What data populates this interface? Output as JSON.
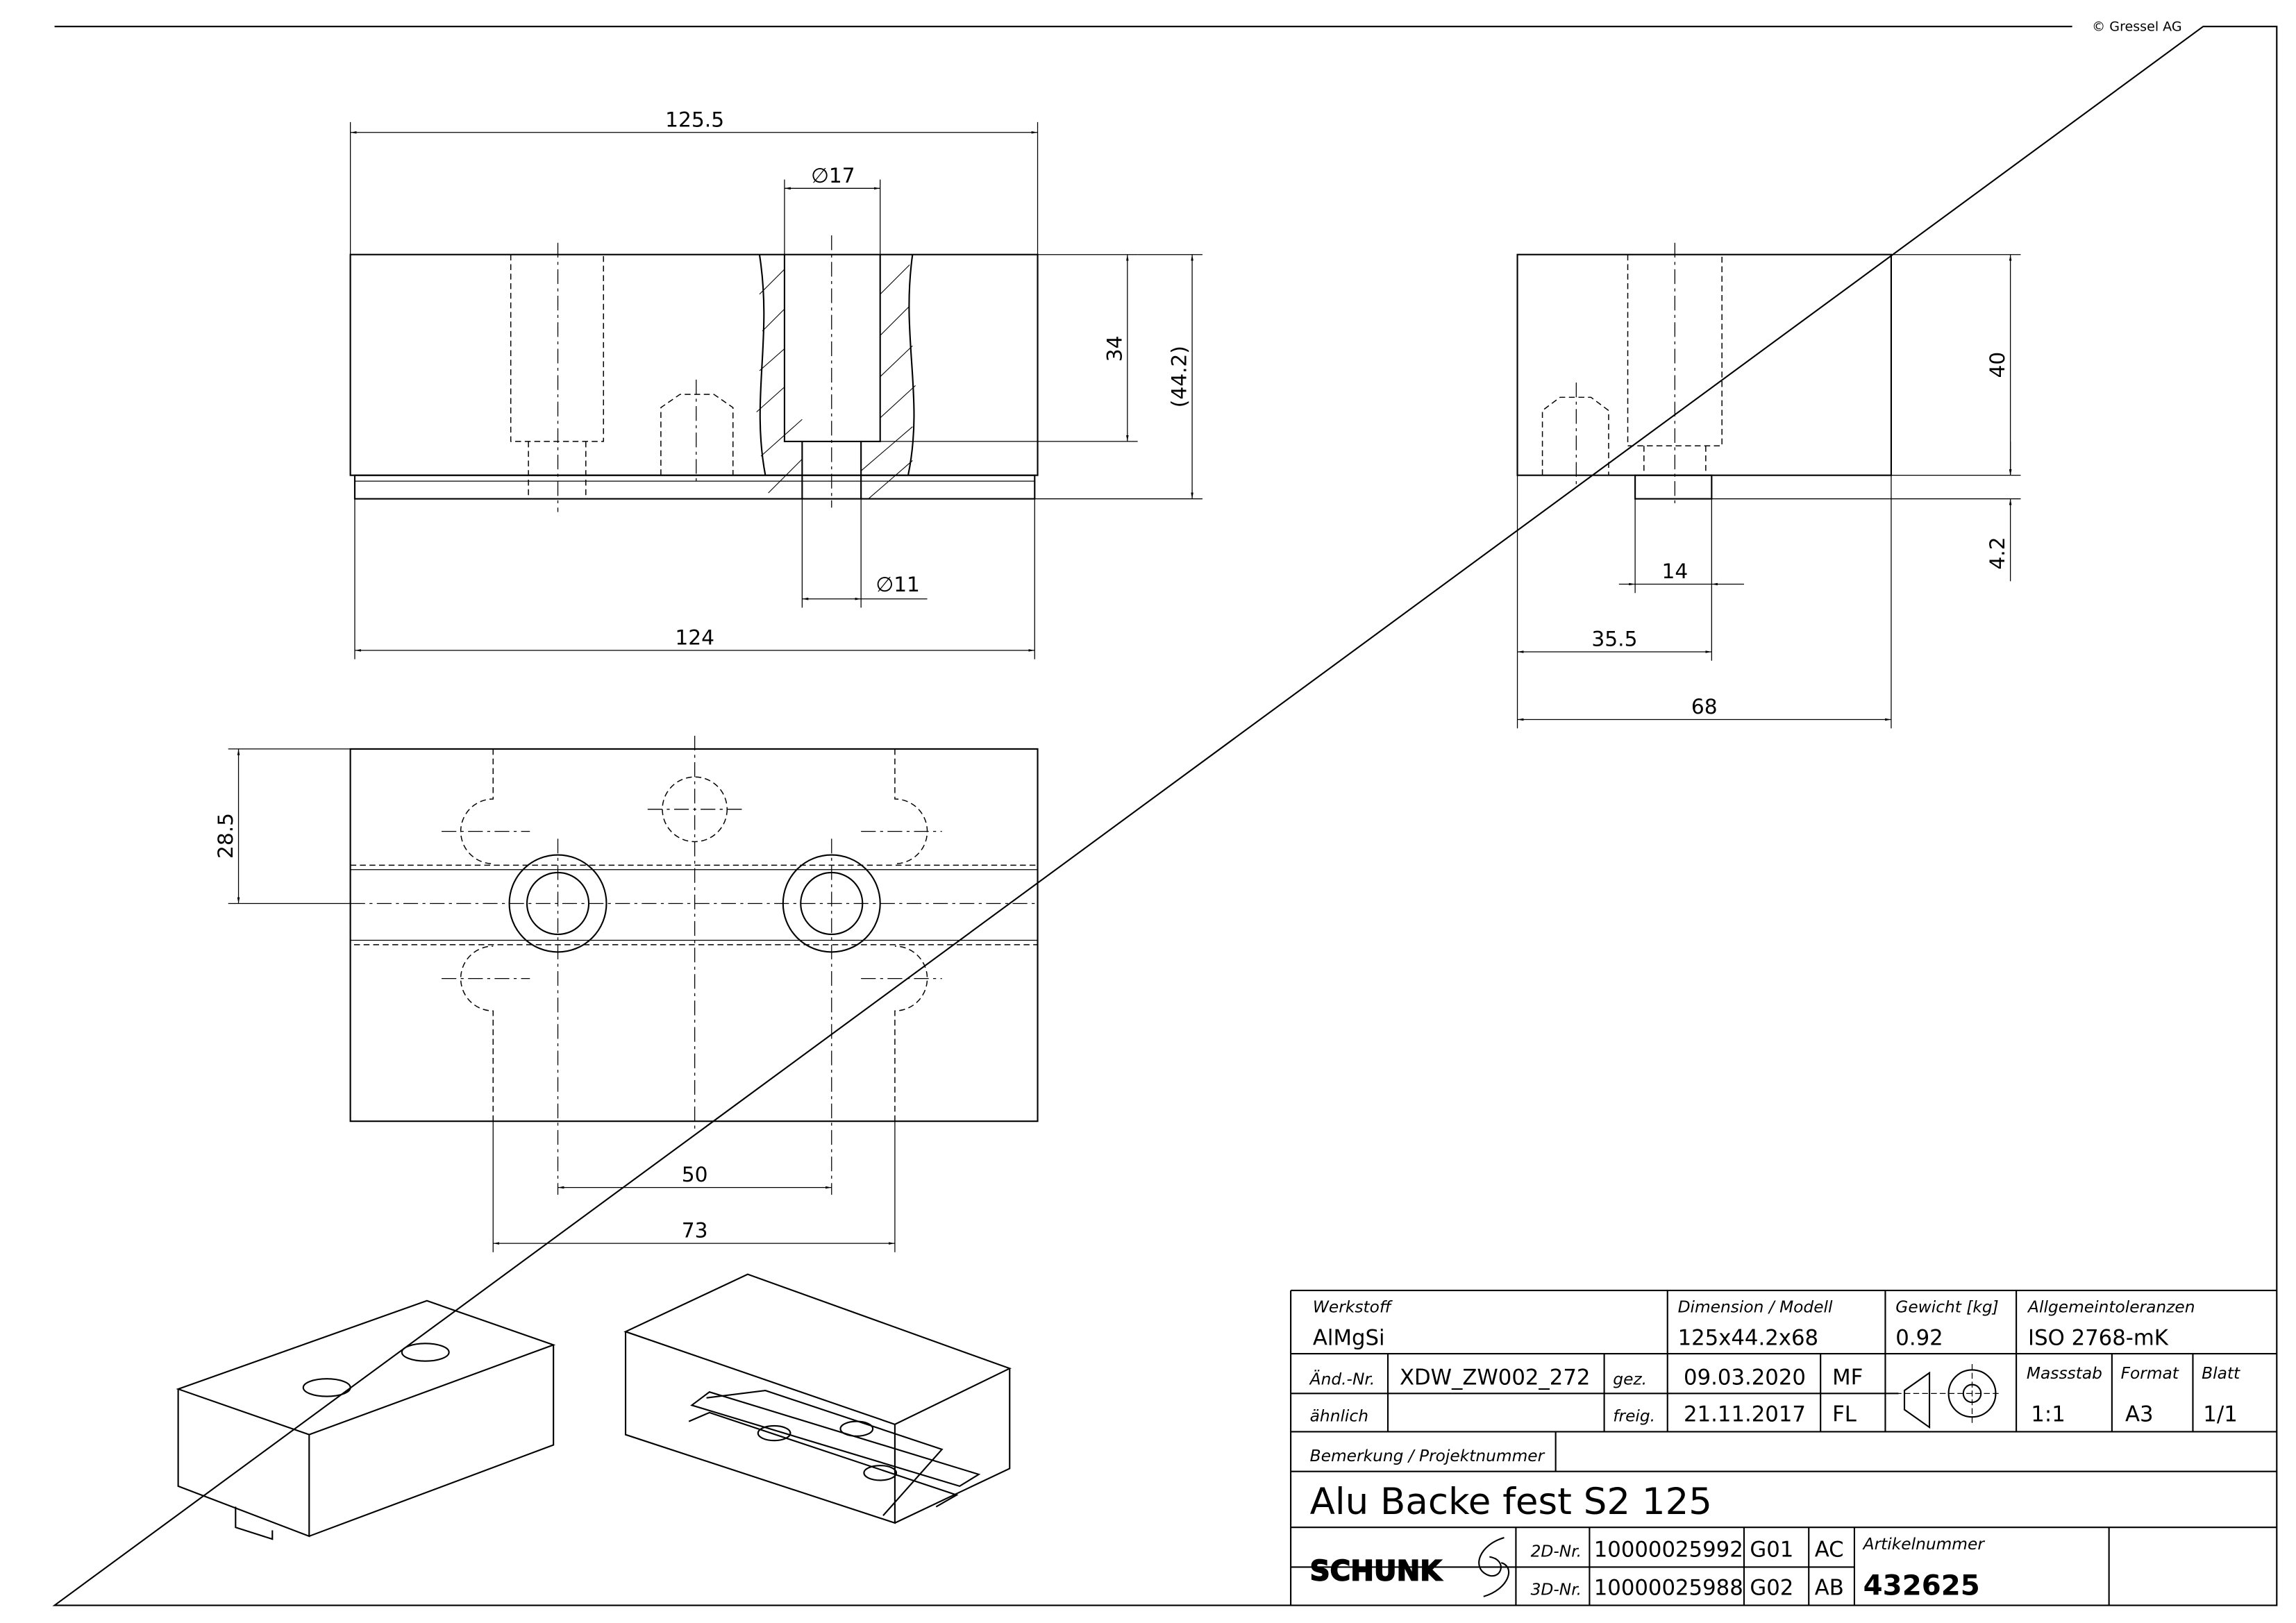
{
  "copyright": "© Gressel AG",
  "front_view": {
    "width_top": "125.5",
    "bore_diameter": "∅17",
    "bore_depth": "34",
    "height_ref": "(44.2)",
    "small_bore": "∅11",
    "width_bottom": "124"
  },
  "side_view": {
    "height": "40",
    "boss_height": "4.2",
    "boss_width": "14",
    "boss_offset": "35.5",
    "depth": "68"
  },
  "top_view": {
    "slot_offset": "28.5",
    "hole_spacing": "50",
    "outer_spacing": "73"
  },
  "title_block": {
    "werkstoff_label": "Werkstoff",
    "werkstoff": "AlMgSi",
    "dimension_label": "Dimension / Modell",
    "dimension": "125x44.2x68",
    "gewicht_label": "Gewicht [kg]",
    "gewicht": "0.92",
    "toleranz_label": "Allgemeintoleranzen",
    "toleranz": "ISO 2768-mK",
    "aend_label": "Änd.-Nr.",
    "aend": "XDW_ZW002_272",
    "gez_label": "gez.",
    "gez_date": "09.03.2020",
    "gez_by": "MF",
    "aehnlich_label": "ähnlich",
    "freig_label": "freig.",
    "freig_date": "21.11.2017",
    "freig_by": "FL",
    "massstab_label": "Massstab",
    "massstab": "1:1",
    "format_label": "Format",
    "format": "A3",
    "blatt_label": "Blatt",
    "blatt": "1/1",
    "bemerkung_label": "Bemerkung / Projektnummer",
    "title": "Alu Backe fest S2 125",
    "logo": "SCHUNK",
    "d2_label": "2D-Nr.",
    "d2": "10000025992",
    "d2_rev": "G01",
    "d2_code": "AC",
    "d3_label": "3D-Nr.",
    "d3": "10000025988",
    "d3_rev": "G02",
    "d3_code": "AB",
    "artikel_label": "Artikelnummer",
    "artikel": "432625"
  }
}
